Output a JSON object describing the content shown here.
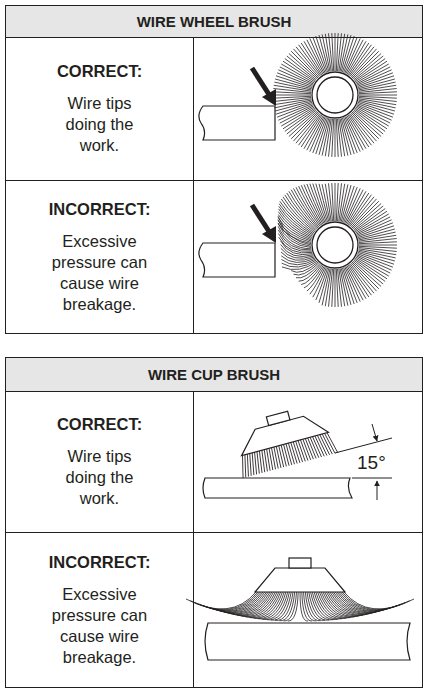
{
  "diagram": {
    "labels": [
      "WIRE WHEEL BRUSH",
      "CORRECT:",
      "Wire tips doing the work.",
      "INCORRECT:",
      "Excessive pressure can cause wire breakage.",
      "WIRE CUP BRUSH",
      "CORRECT:",
      "Wire tips doing the work.",
      "15°",
      "INCORRECT:",
      "Excessive pressure can cause wire breakage."
    ]
  }
}
